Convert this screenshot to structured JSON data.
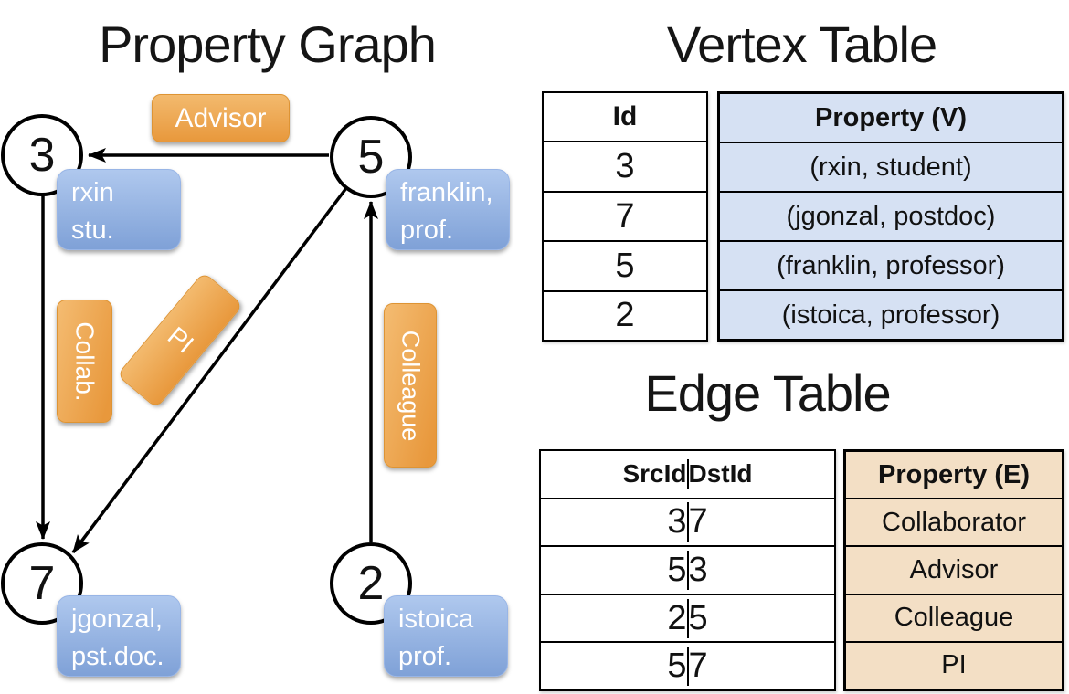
{
  "graph": {
    "title": "Property Graph",
    "nodes": [
      {
        "id": "3",
        "label_line1": "rxin",
        "label_line2": "stu."
      },
      {
        "id": "5",
        "label_line1": "franklin,",
        "label_line2": "prof."
      },
      {
        "id": "7",
        "label_line1": "jgonzal,",
        "label_line2": "pst.doc."
      },
      {
        "id": "2",
        "label_line1": "istoica",
        "label_line2": "prof."
      }
    ],
    "edge_labels": {
      "advisor": "Advisor",
      "collab": "Collab.",
      "pi": "PI",
      "colleague": "Colleague"
    }
  },
  "vertex_table": {
    "title": "Vertex Table",
    "headers": {
      "id": "Id",
      "property": "Property (V)"
    },
    "rows": [
      {
        "id": "3",
        "property": "(rxin, student)"
      },
      {
        "id": "7",
        "property": "(jgonzal, postdoc)"
      },
      {
        "id": "5",
        "property": "(franklin, professor)"
      },
      {
        "id": "2",
        "property": "(istoica, professor)"
      }
    ]
  },
  "edge_table": {
    "title": "Edge Table",
    "headers": {
      "src": "SrcId",
      "dst": "DstId",
      "property": "Property (E)"
    },
    "rows": [
      {
        "src": "3",
        "dst": "7",
        "property": "Collaborator"
      },
      {
        "src": "5",
        "dst": "3",
        "property": "Advisor"
      },
      {
        "src": "2",
        "dst": "5",
        "property": "Colleague"
      },
      {
        "src": "5",
        "dst": "7",
        "property": "PI"
      }
    ]
  },
  "colors": {
    "edge_label_orange": "#ECA04B",
    "vertex_label_blue": "#8FADE0",
    "vertex_table_fill": "#D6E1F3",
    "edge_table_fill": "#F3DFC5",
    "stroke": "#000000"
  }
}
